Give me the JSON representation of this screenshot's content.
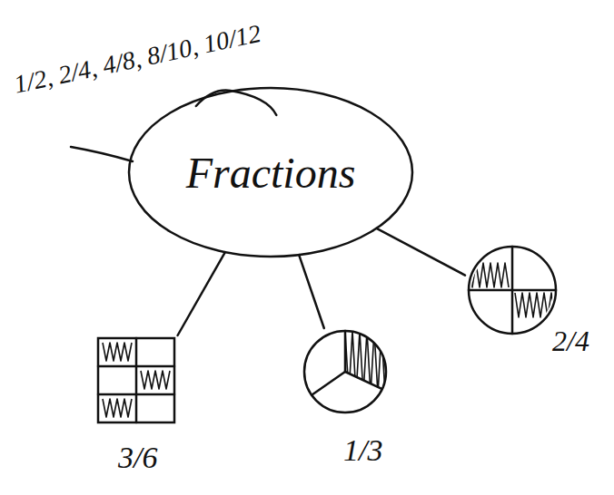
{
  "diagram": {
    "nodes": [
      {
        "text": [
          "Fractions"
        ]
      },
      {
        "text": [
          "3/6"
        ]
      },
      {
        "text": [
          "1/3"
        ]
      },
      {
        "text": [
          "2/4"
        ]
      }
    ],
    "edges": [
      {
        "from": 0,
        "to": 1,
        "arrow": "none"
      },
      {
        "from": 0,
        "to": 2,
        "arrow": "none"
      },
      {
        "from": 0,
        "to": 3,
        "arrow": "none"
      }
    ],
    "labels": [
      "1/2, 2/4, 4/8, 8/10, 10/12"
    ]
  }
}
